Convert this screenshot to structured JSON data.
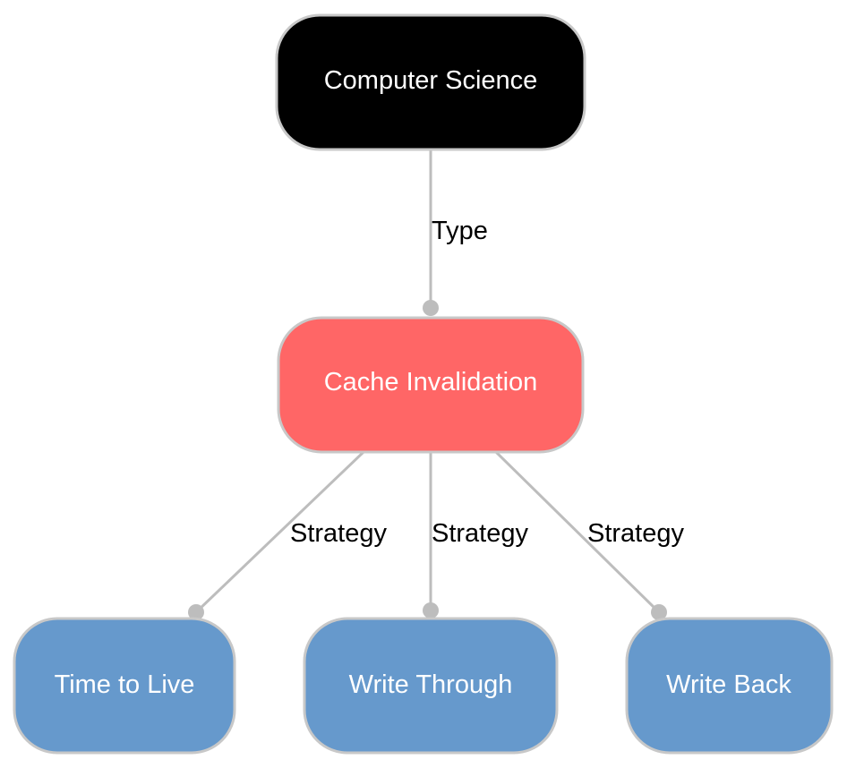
{
  "colors": {
    "root": "#000000",
    "category": "#ff6666",
    "leaf": "#6699cc",
    "node_border": "#c8c8c8",
    "edge": "#bdbdbd"
  },
  "nodes": {
    "computer_science": "Computer Science",
    "cache_invalidation": "Cache Invalidation",
    "time_to_live": "Time to Live",
    "write_through": "Write Through",
    "write_back": "Write Back"
  },
  "edges": {
    "type": "Type",
    "strategy_ttl": "Strategy",
    "strategy_write_through": "Strategy",
    "strategy_write_back": "Strategy"
  }
}
